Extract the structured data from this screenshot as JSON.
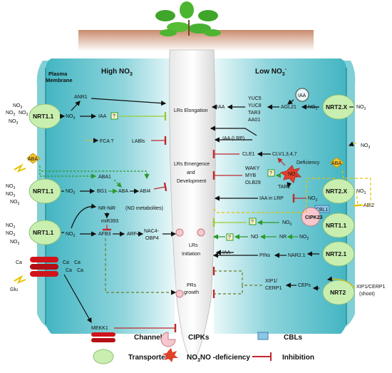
{
  "headers": {
    "high": "High NO",
    "high_sub": "3",
    "low": "Low NO",
    "low_sub": "3",
    "low_sup": "-"
  },
  "membrane": {
    "line1": "Plasma",
    "line2": "Membrane"
  },
  "root_labels": {
    "elongation": "LRs  Elongation",
    "emergence1": "LRs  Emergence",
    "emergence2": "and",
    "emergence3": "Development",
    "initiation1": "LRs",
    "initiation2": "Initiation",
    "pr1": "PRs",
    "pr2": "growth"
  },
  "transporters": {
    "nrt11_a": "NRT1.1",
    "nrt11_b": "NRT1.1",
    "nrt11_c": "NRT1.1",
    "nrt2x_top": "NRT2.X",
    "nrt2x_mid": "NRT2.X",
    "nrt11_right": "NRT1.1",
    "nrt21": "NRT2.1",
    "nrt2": "NRT2"
  },
  "left_labels": {
    "no3": "NO",
    "no3_sup": "3",
    "anr1": "ANR1",
    "iaa": "IAA",
    "fca": "FCA ?",
    "labls": "LABls",
    "aba": "ABA",
    "aba1": "ABA1",
    "bg1": "BG1",
    "abi4": "ABI4",
    "nir": "NR-NiR",
    "metab": "(NO  metabolites)",
    "mir393": "miR393",
    "afb3": "AFB3",
    "arf": "ARF",
    "nac4": "NAC4-",
    "obp4": "OBP4",
    "ca": "Ca",
    "glu": "Glu",
    "mekk1": "MEKK1",
    "q": "?"
  },
  "right_labels": {
    "iaa_circle": "IAA",
    "yuc5": "YUC5",
    "yuc8": "YUC8",
    "tar3": "TAR3",
    "aa01": "AA01",
    "agl21": "AGL21",
    "iaa": "IAA",
    "iaa_lrp": "IAA (LRP)",
    "cle1": "CLE1",
    "clv": "CLV1,3,4,7",
    "deficiency": "Deficiency",
    "waky": "WAKY",
    "myb": "MYB",
    "olb29": "OLB29",
    "tar2": "TAR2",
    "iaa_in_lrp": "IAA in LRP",
    "abi2": "ABI2",
    "aba": "ABA",
    "cbl1": "CBL1",
    "cipk23": "CIPK23",
    "no": "NO",
    "nr": "NR",
    "nar21": "NAR2.1",
    "pins": "PINs",
    "iaa2": "IAA",
    "xip1": "XIP1/",
    "cerp1": "CERP1",
    "ceps": "CEPs",
    "xip_shoot1": "XIP1/CERP1",
    "xip_shoot2": "(shoot)",
    "q": "?"
  },
  "legend": {
    "channels": "Channels",
    "cipks": "CIPKs",
    "cbls": "CBLs",
    "transporters": "Transporters",
    "deficiency": "NO  -deficiency",
    "inhibition": "Inhibition"
  },
  "colors": {
    "teal": "#3fb7c0",
    "green_arrow": "#2e9a2e",
    "red_inhib": "#c0282c",
    "yellow_dash": "#e6c200",
    "transporter": "#c9efb0",
    "channel": "#d1141b"
  }
}
